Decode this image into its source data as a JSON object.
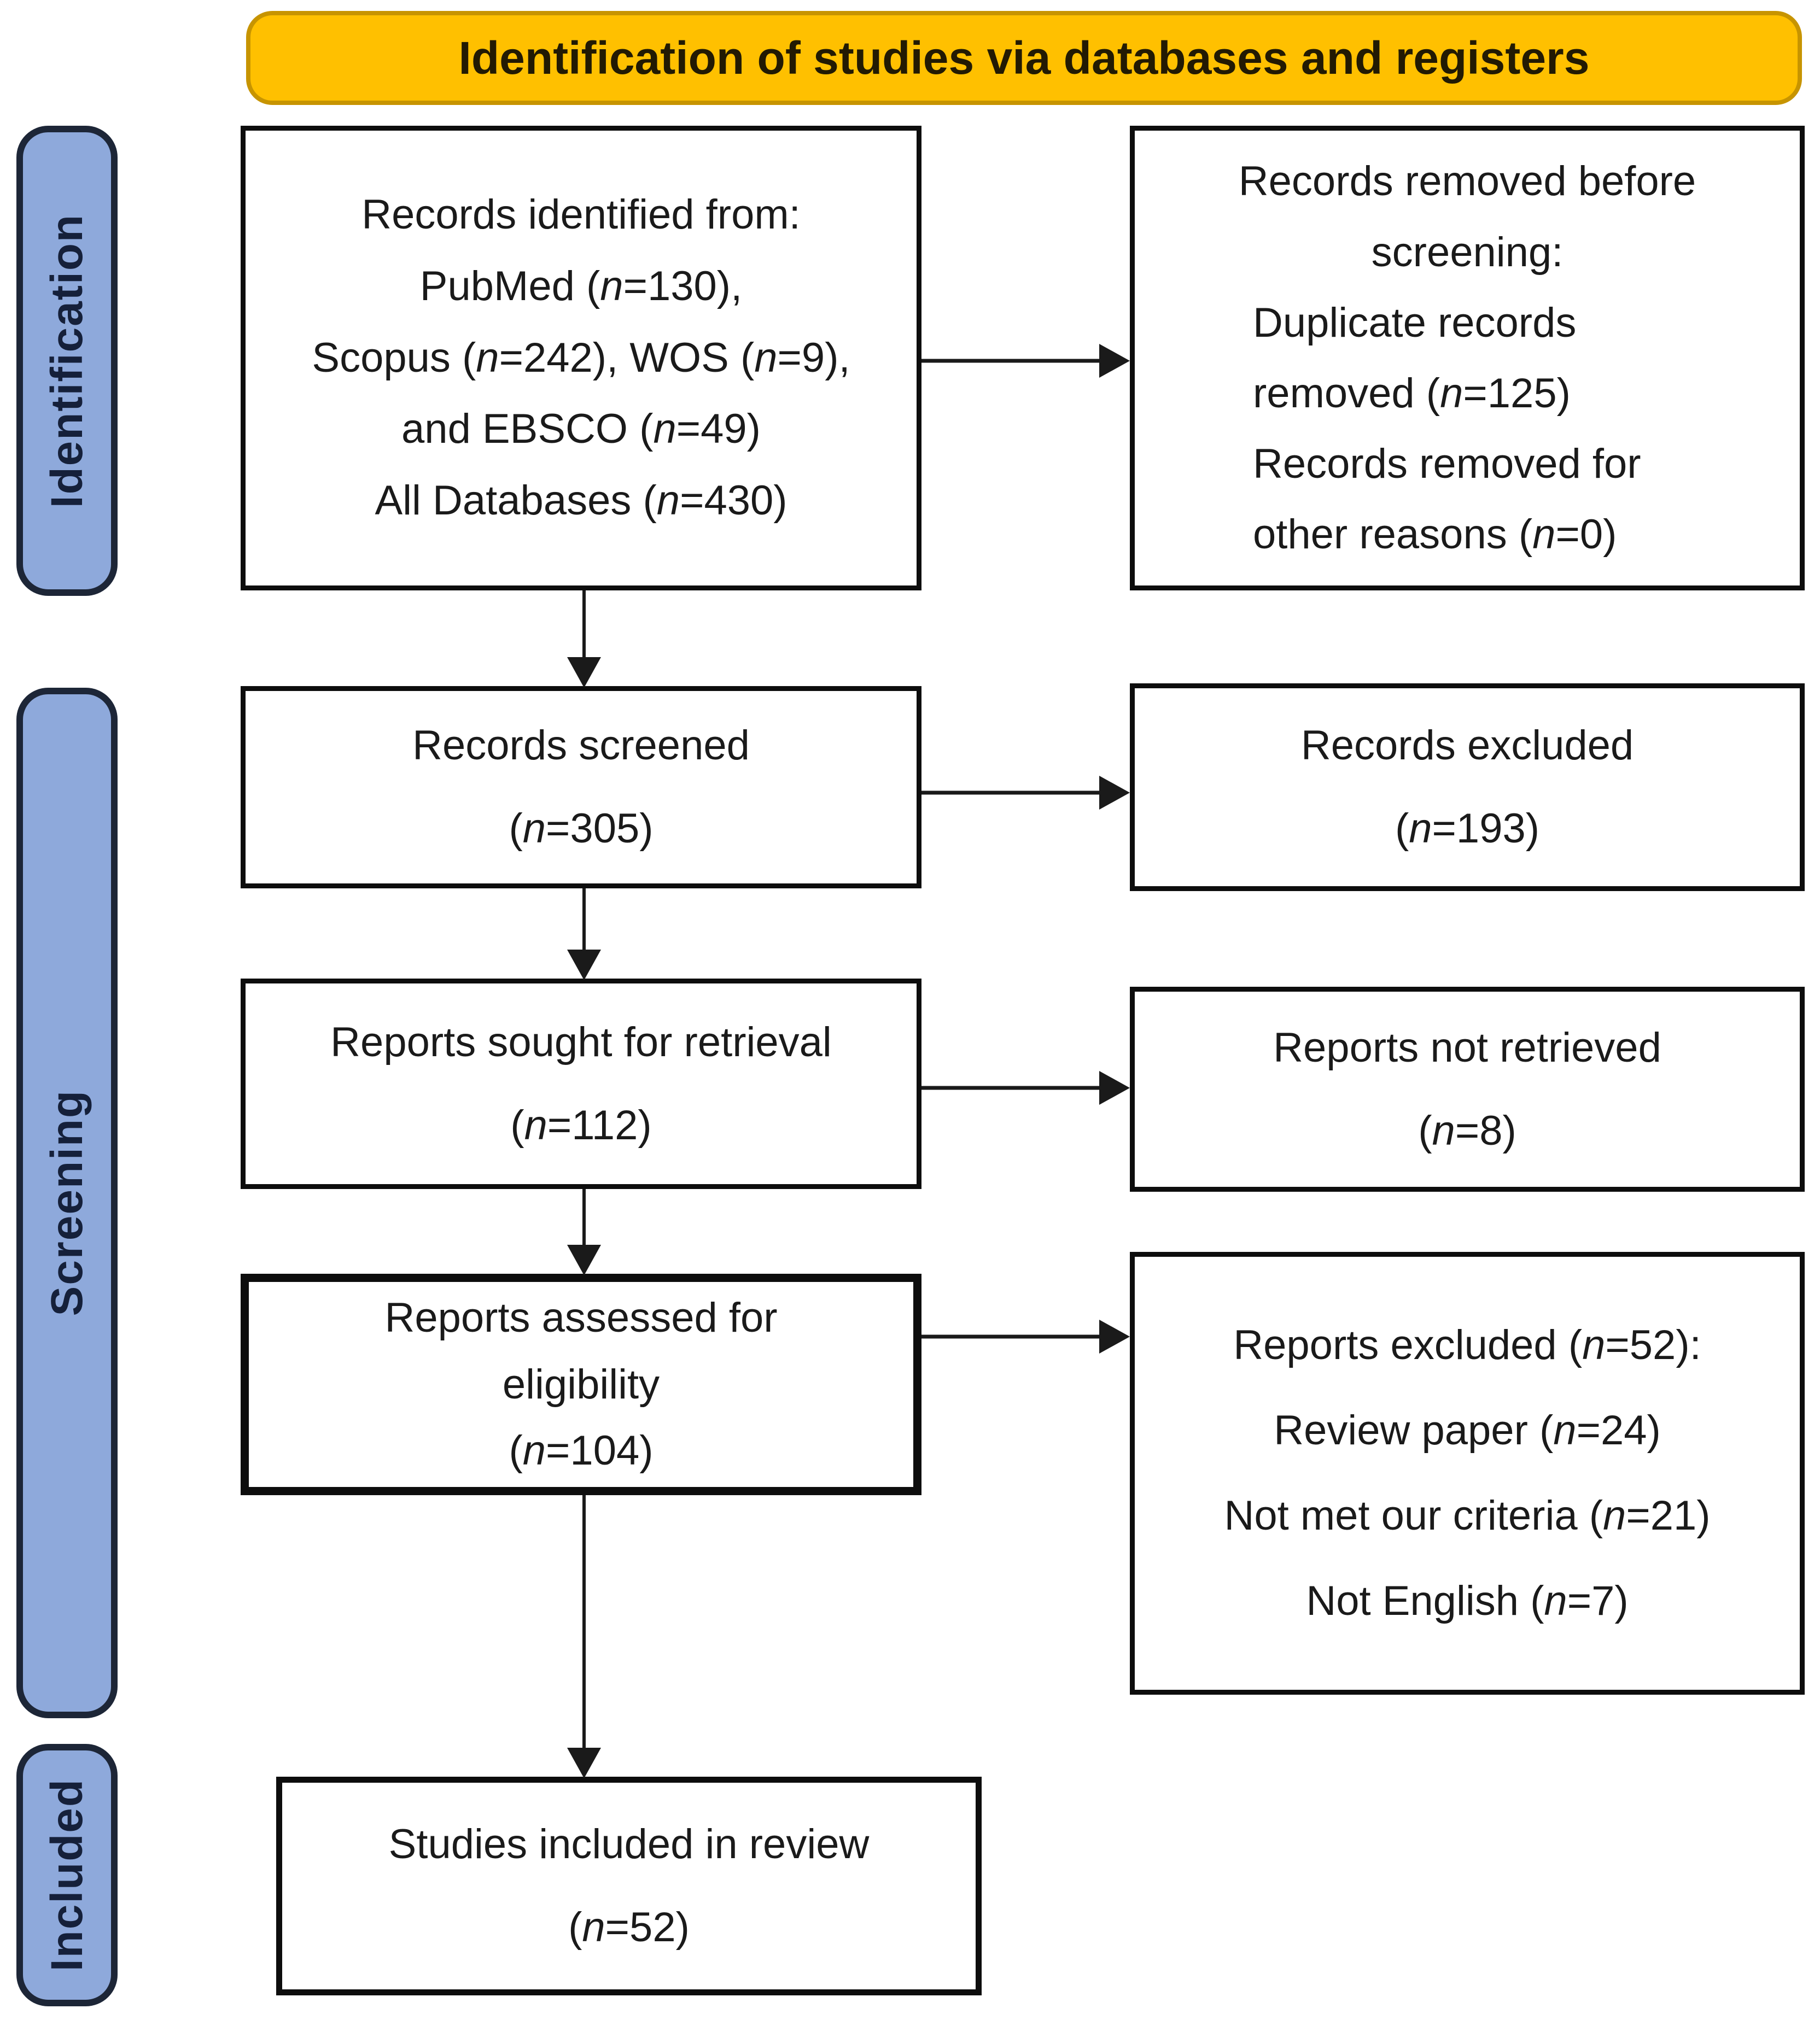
{
  "header": {
    "title": "Identification of studies via databases and registers"
  },
  "stages": [
    {
      "label": "Identification"
    },
    {
      "label": "Screening"
    },
    {
      "label": "Included"
    }
  ],
  "boxes": {
    "records_identified": {
      "lines": [
        "Records identified from:",
        "PubMed (n=130),",
        "Scopus (n=242), WOS (n=9),",
        "and EBSCO (n=49)",
        "All Databases (n=430)"
      ]
    },
    "records_removed": {
      "heading_lines": [
        "Records removed before",
        "screening:"
      ],
      "detail_lines": [
        "Duplicate records",
        "removed (n=125)",
        "Records removed for",
        "other reasons (n=0)"
      ]
    },
    "records_screened": {
      "lines": [
        "Records screened",
        "(n=305)"
      ]
    },
    "records_excluded": {
      "lines": [
        "Records excluded",
        "(n=193)"
      ]
    },
    "reports_sought": {
      "lines": [
        "Reports sought for retrieval",
        "(n=112)"
      ]
    },
    "reports_not_retrieved": {
      "lines": [
        "Reports not retrieved",
        "(n=8)"
      ]
    },
    "reports_assessed": {
      "lines": [
        "Reports assessed for",
        "eligibility",
        "(n=104)"
      ]
    },
    "reports_excluded": {
      "lines": [
        "Reports excluded (n=52):",
        "Review paper (n=24)",
        "Not met our criteria (n=21)",
        "Not English (n=7)"
      ]
    },
    "studies_included": {
      "lines": [
        "Studies included in review",
        "(n=52)"
      ]
    }
  },
  "colors": {
    "banner_bg": "#FFC000",
    "banner_border": "#C79400",
    "banner_text": "#221a03",
    "stage_bg": "#8EA9DB",
    "stage_border": "#1d2637",
    "stage_text": "#15203a",
    "box_border": "#0d0d0d",
    "box_text": "#1a1a1a",
    "arrow": "#1a1a1a"
  }
}
